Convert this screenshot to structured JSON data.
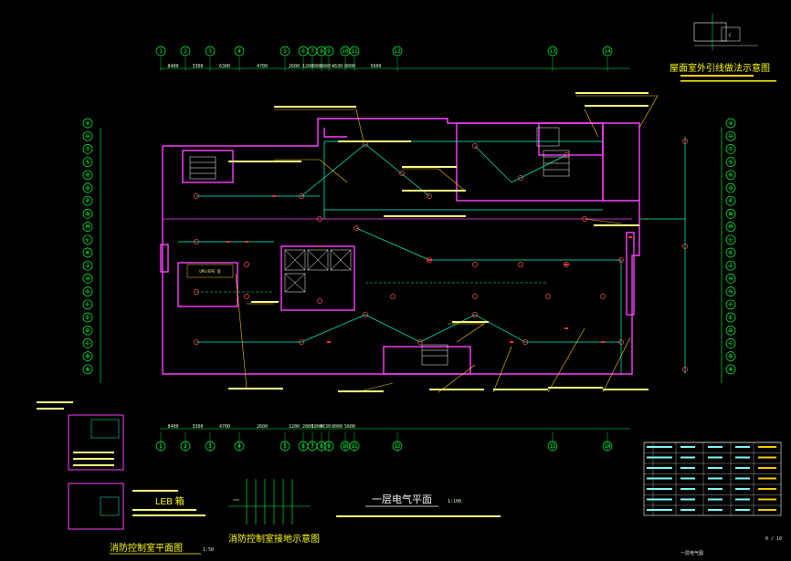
{
  "titles": {
    "main_plan": "一层电气平面",
    "main_scale": "1:100",
    "fire_control_room": "消防控制室平面图",
    "fire_control_scale": "1:50",
    "riser_detail": "消防控制室接地示意图",
    "outdoor_detail": "屋面室外引线做法示意图",
    "drawing_number": "一层电气图"
  },
  "labels": {
    "ups_room": "UPS/EPS 室",
    "equipment_room": "LEB 箱",
    "page_no": "0 / 10"
  },
  "axes": {
    "top_labels": [
      "1",
      "2",
      "3",
      "4",
      "5",
      "6",
      "7",
      "8",
      "9",
      "10",
      "11",
      "12",
      "13",
      "14"
    ],
    "bottom_labels": [
      "1",
      "2",
      "3",
      "4",
      "5",
      "6",
      "7",
      "8",
      "9",
      "10",
      "11",
      "12",
      "13",
      "14"
    ],
    "left_labels": [
      "V",
      "U",
      "T",
      "S",
      "R",
      "Q",
      "P",
      "N",
      "M",
      "L",
      "K",
      "J",
      "H",
      "G",
      "F",
      "E",
      "D",
      "C",
      "B",
      "A"
    ],
    "right_labels": [
      "V",
      "U",
      "T",
      "S",
      "R",
      "Q",
      "P",
      "N",
      "M",
      "L",
      "K",
      "J",
      "H",
      "G",
      "F",
      "E",
      "D",
      "C",
      "B",
      "A"
    ]
  },
  "dimensions": {
    "top": [
      "8400",
      "3300",
      "6300",
      "4700",
      "2600",
      "1200",
      "2800",
      "1800",
      "4630",
      "8000",
      "5600"
    ],
    "bottom": [
      "8400",
      "3300",
      "4700",
      "2600",
      "1200",
      "2800",
      "1800",
      "4630",
      "8000",
      "5600"
    ]
  },
  "colors": {
    "background": "#000000",
    "walls": "#ff40ff",
    "wiring": "#00ffcc",
    "axes": "#00ff40",
    "leaders": "#ffcc00",
    "devices": "#ff3030",
    "text": "#ffffff"
  }
}
